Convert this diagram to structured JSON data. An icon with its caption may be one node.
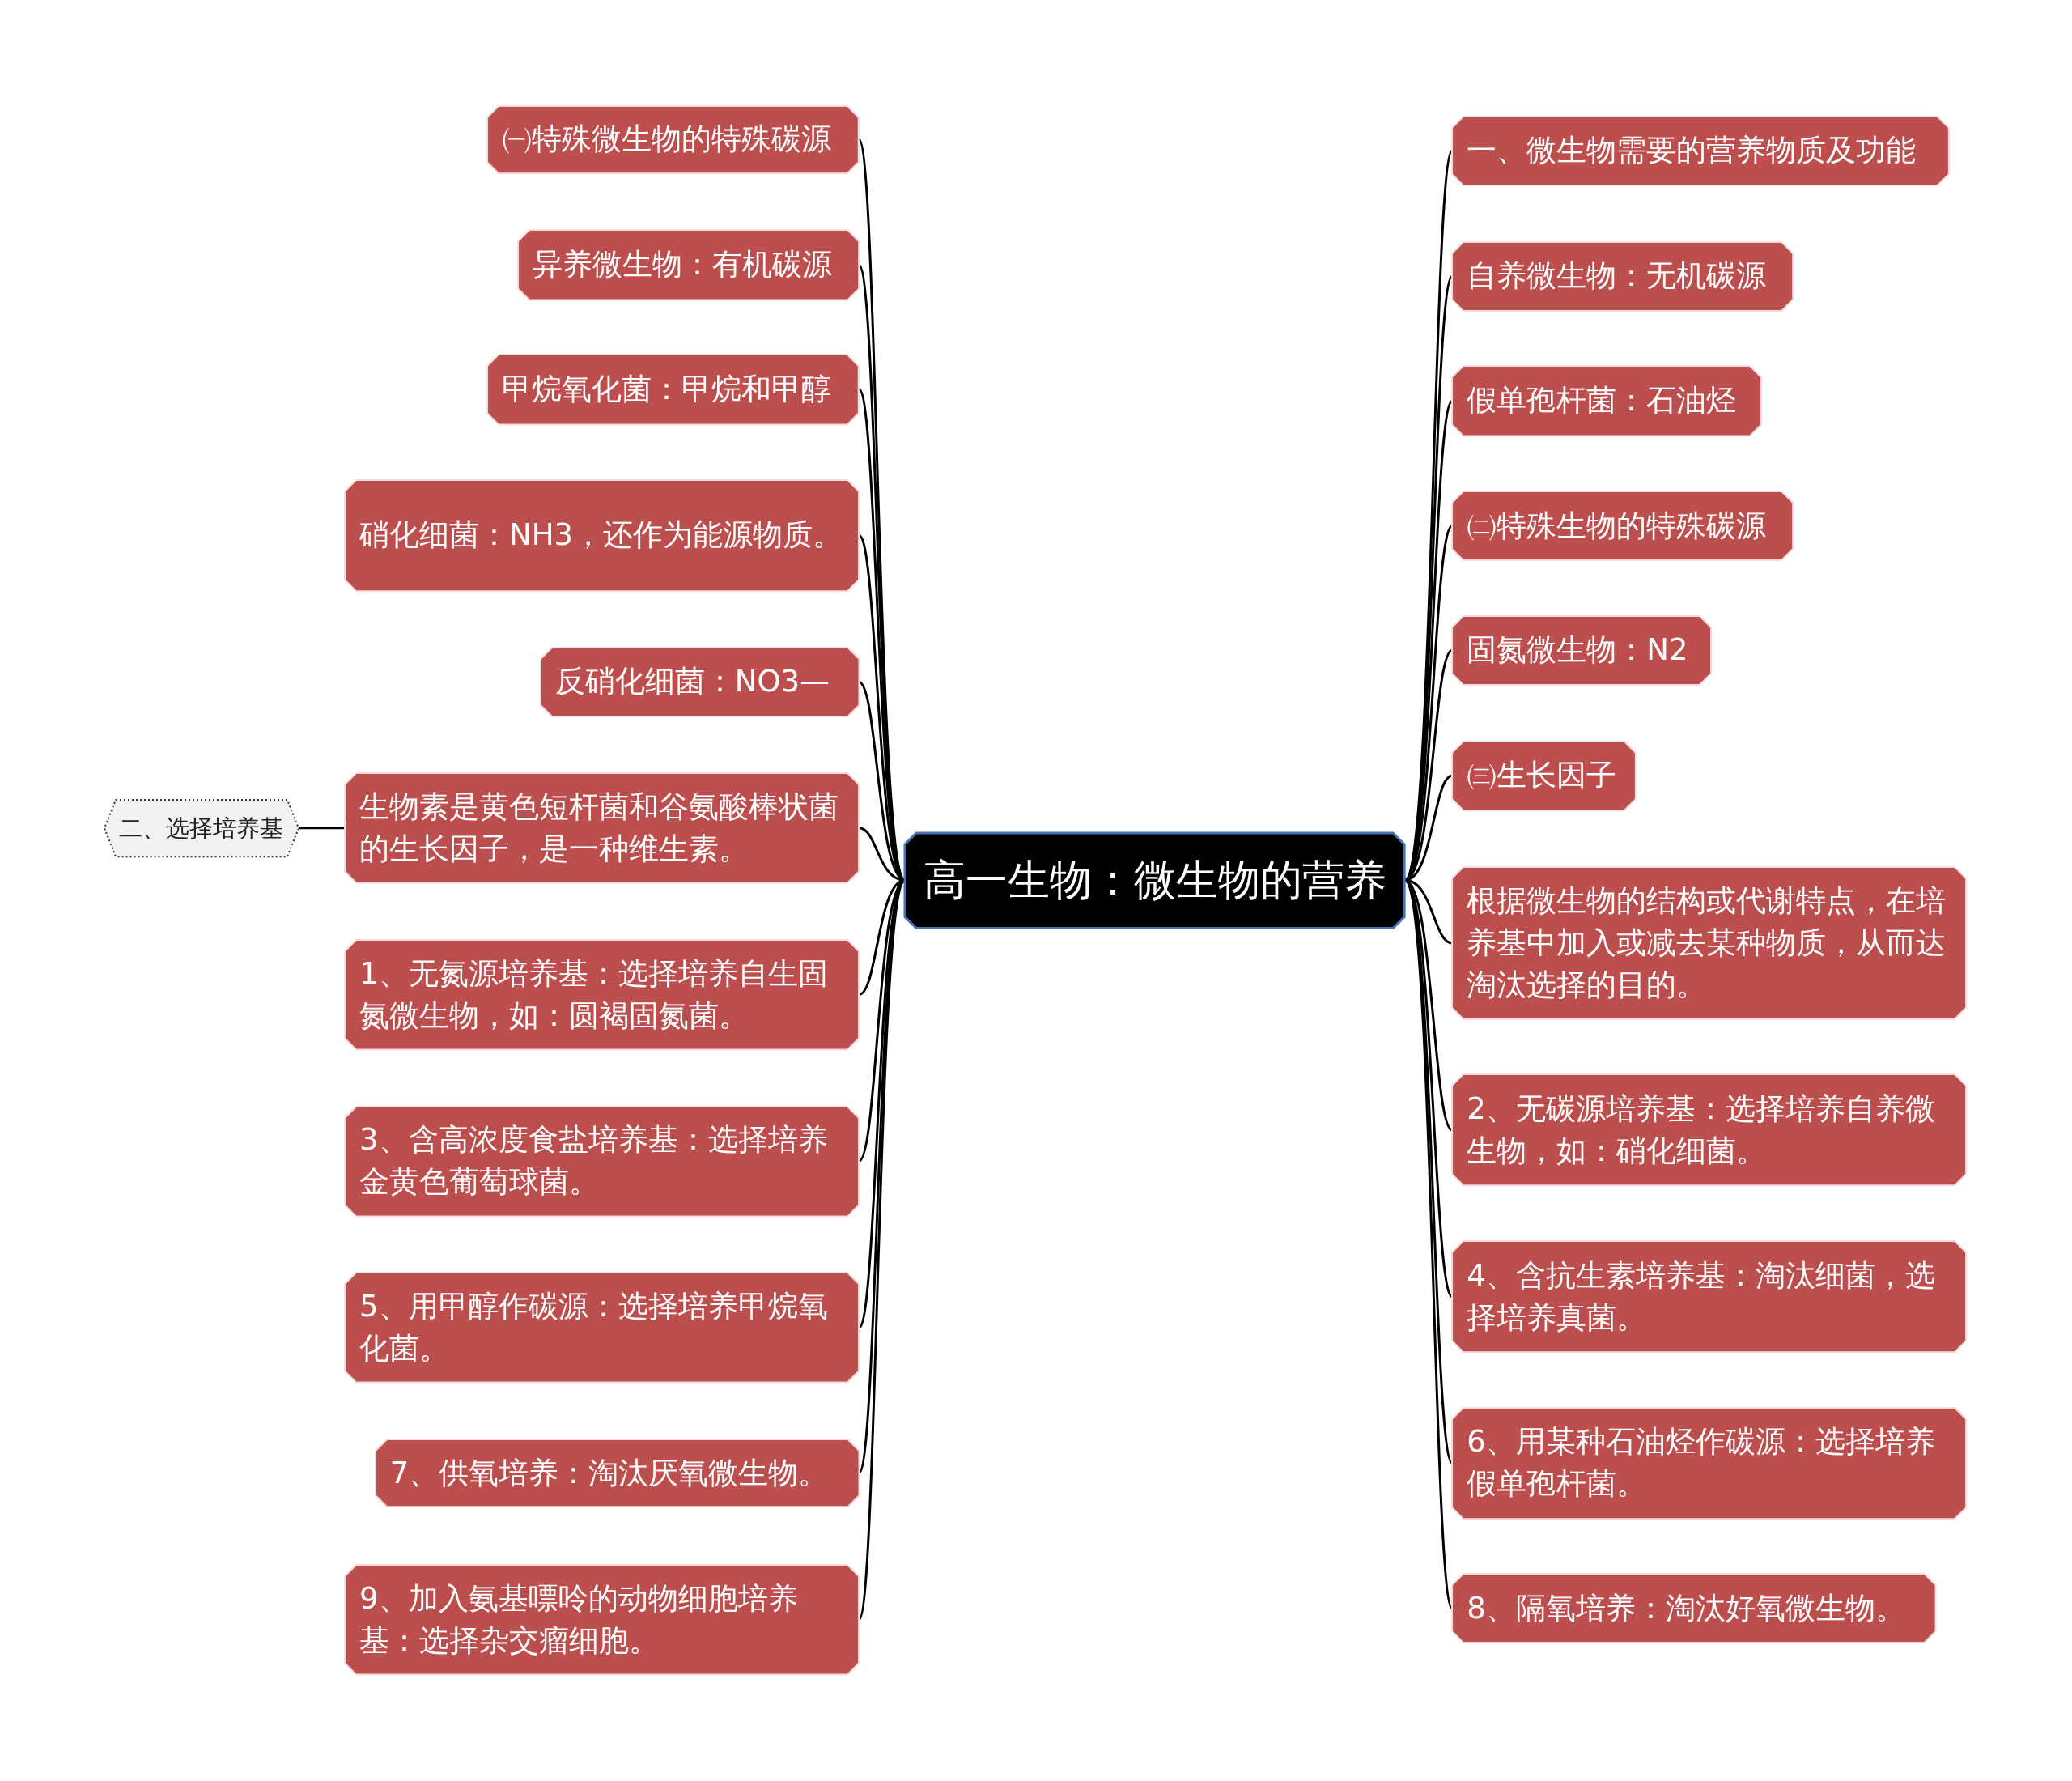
{
  "diagram": {
    "nodes": [
      {
        "text": [
          "高一生物：微生物的营养"
        ]
      },
      {
        "text": [
          "㈠特殊微生物的特殊碳源"
        ]
      },
      {
        "text": [
          "异养微生物：有机碳源"
        ]
      },
      {
        "text": [
          "甲烷氧化菌：甲烷和甲醇"
        ]
      },
      {
        "text": [
          "硝化细菌：NH3，还作为能源物质。"
        ]
      },
      {
        "text": [
          "反硝化细菌：NO3—"
        ]
      },
      {
        "text": [
          "生物素是黄色短杆菌和谷氨酸棒状菌的生长因子，是一种维生素。"
        ]
      },
      {
        "text": [
          "1、无氮源培养基：选择培养自生固氮微生物，如：圆褐固氮菌。"
        ]
      },
      {
        "text": [
          "3、含高浓度食盐培养基：选择培养金黄色葡萄球菌。"
        ]
      },
      {
        "text": [
          "5、用甲醇作碳源：选择培养甲烷氧化菌。"
        ]
      },
      {
        "text": [
          "7、供氧培养：淘汰厌氧微生物。"
        ]
      },
      {
        "text": [
          "9、加入氨基嘌呤的动物细胞培养基：选择杂交瘤细胞。"
        ]
      },
      {
        "text": [
          "二、选择培养基"
        ]
      },
      {
        "text": [
          "一、微生物需要的营养物质及功能"
        ]
      },
      {
        "text": [
          "自养微生物：无机碳源"
        ]
      },
      {
        "text": [
          "假单孢杆菌：石油烃"
        ]
      },
      {
        "text": [
          "㈡特殊生物的特殊碳源"
        ]
      },
      {
        "text": [
          "固氮微生物：N2"
        ]
      },
      {
        "text": [
          "㈢生长因子"
        ]
      },
      {
        "text": [
          "根据微生物的结构或代谢特点，在培养基中加入或减去某种物质，从而达淘汰选择的目的。"
        ]
      },
      {
        "text": [
          "2、无碳源培养基：选择培养自养微生物，如：硝化细菌。"
        ]
      },
      {
        "text": [
          "4、含抗生素培养基：淘汰细菌，选择培养真菌。"
        ]
      },
      {
        "text": [
          "6、用某种石油烃作碳源：选择培养假单孢杆菌。"
        ]
      },
      {
        "text": [
          "8、隔氧培养：淘汰好氧微生物。"
        ]
      }
    ],
    "edges": [
      {
        "from": 0,
        "to": 1,
        "arrow": "none"
      },
      {
        "from": 0,
        "to": 2,
        "arrow": "none"
      },
      {
        "from": 0,
        "to": 3,
        "arrow": "none"
      },
      {
        "from": 0,
        "to": 4,
        "arrow": "none"
      },
      {
        "from": 0,
        "to": 5,
        "arrow": "none"
      },
      {
        "from": 0,
        "to": 6,
        "arrow": "none"
      },
      {
        "from": 0,
        "to": 7,
        "arrow": "none"
      },
      {
        "from": 0,
        "to": 8,
        "arrow": "none"
      },
      {
        "from": 0,
        "to": 9,
        "arrow": "none"
      },
      {
        "from": 0,
        "to": 10,
        "arrow": "none"
      },
      {
        "from": 0,
        "to": 11,
        "arrow": "none"
      },
      {
        "from": 6,
        "to": 12,
        "arrow": "none"
      },
      {
        "from": 0,
        "to": 13,
        "arrow": "none"
      },
      {
        "from": 0,
        "to": 14,
        "arrow": "none"
      },
      {
        "from": 0,
        "to": 15,
        "arrow": "none"
      },
      {
        "from": 0,
        "to": 16,
        "arrow": "none"
      },
      {
        "from": 0,
        "to": 17,
        "arrow": "none"
      },
      {
        "from": 0,
        "to": 18,
        "arrow": "none"
      },
      {
        "from": 0,
        "to": 19,
        "arrow": "none"
      },
      {
        "from": 0,
        "to": 20,
        "arrow": "none"
      },
      {
        "from": 0,
        "to": 21,
        "arrow": "none"
      },
      {
        "from": 0,
        "to": 22,
        "arrow": "none"
      },
      {
        "from": 0,
        "to": 23,
        "arrow": "none"
      }
    ]
  }
}
